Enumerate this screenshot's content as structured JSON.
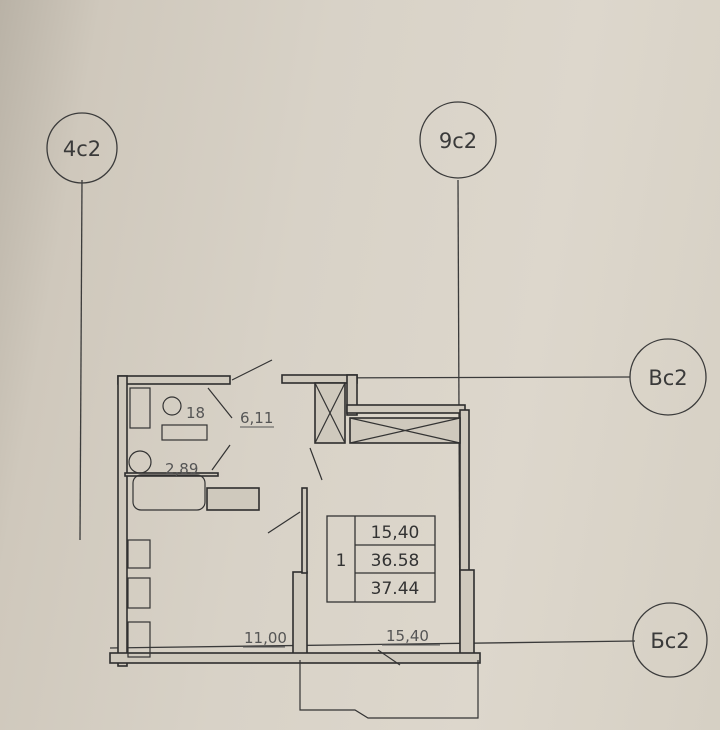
{
  "axes": [
    {
      "id": "4c2",
      "label": "4c2"
    },
    {
      "id": "9c2",
      "label": "9c2"
    },
    {
      "id": "Vc2",
      "label": "Вс2"
    },
    {
      "id": "Bc2",
      "label": "Бс2"
    }
  ],
  "rooms": {
    "hall_area": "6,11",
    "wc_area": "18",
    "bath_area": "2,89",
    "kitchen_area": "11,00",
    "living_area": "15,40"
  },
  "summary_table": {
    "rooms_count": "1",
    "living_area": "15,40",
    "total_area": "36.58",
    "total_area_with_balcony": "37.44"
  }
}
